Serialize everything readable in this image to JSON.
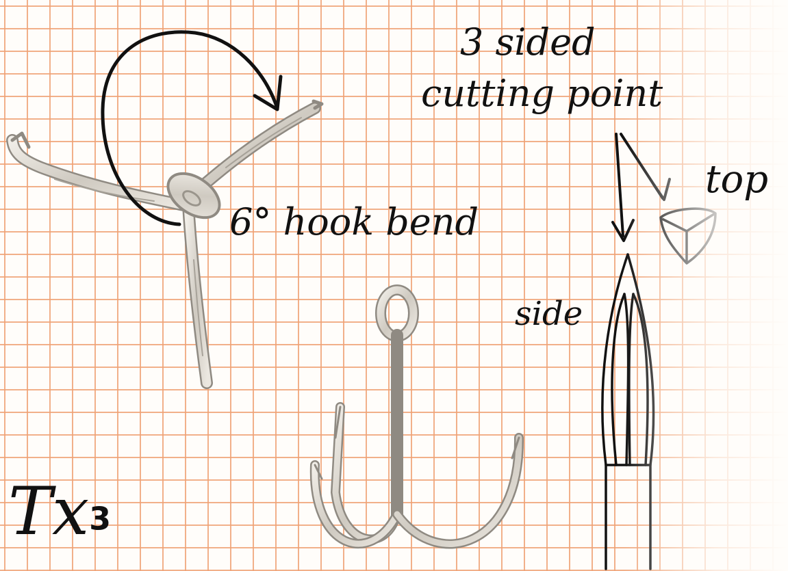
{
  "labels": {
    "cutting_point_line1": "3 sided",
    "cutting_point_line2": "cutting point",
    "top": "top",
    "bend": "6° hook bend",
    "side": "side"
  },
  "logo": {
    "base": "Tx",
    "superscript": "3"
  },
  "colors": {
    "grid": "#efa276",
    "paper": "#fffdfa",
    "ink": "#111111",
    "hook_metal": "#d6d1c8",
    "hook_shadow": "#9a958c"
  },
  "icons": {
    "hook_top_view": "treble-hook-top-view-icon",
    "hook_side_view": "treble-hook-side-view-icon",
    "bend_arrow": "curved-arrow-icon",
    "point_top": "triangular-point-top-icon",
    "point_side": "point-side-profile-icon"
  }
}
